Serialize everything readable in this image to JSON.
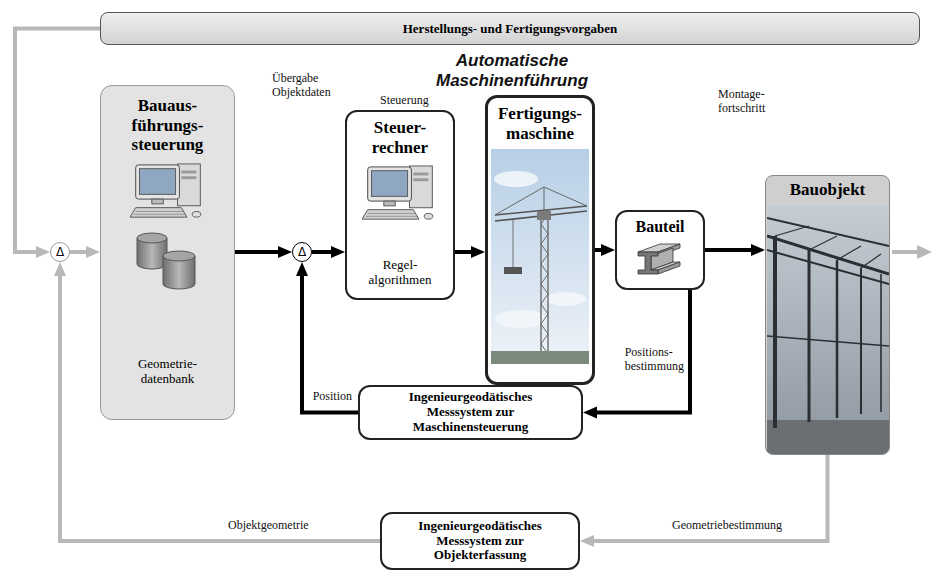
{
  "diagram": {
    "nodes": [
      {
        "text": [
          "Herstellungs- und Fertigungsvorgaben"
        ]
      },
      {
        "text": [
          "Δ"
        ]
      },
      {
        "text": [
          "Bauaus- führungs- steuerung",
          "Geometrie- datenbank"
        ]
      },
      {
        "text": [
          "Automatische Maschinenführung"
        ]
      },
      {
        "text": [
          "Δ"
        ],
        "in": 3
      },
      {
        "text": [
          "Steuer- rechner",
          "Regel- algorithmen"
        ],
        "in": 3
      },
      {
        "text": [
          "Fertigungs- maschine"
        ],
        "in": 3
      },
      {
        "text": [
          "Bauteil"
        ],
        "in": 3
      },
      {
        "text": [
          "Ingenieurgeodätisches Messsystem zur Maschinensteuerung"
        ],
        "in": 3
      },
      {
        "text": [
          "Bauobjekt"
        ]
      },
      {
        "text": [
          "Ingenieurgeodätisches Messsystem zur Objekterfassung"
        ]
      }
    ],
    "edges": [
      {
        "from": 0,
        "to": 1,
        "arrow": "to"
      },
      {
        "from": 1,
        "to": 2,
        "arrow": "to"
      },
      {
        "from": 2,
        "to": 4,
        "arrow": "to",
        "label": "Übergabe Objektdaten"
      },
      {
        "from": 4,
        "to": 5,
        "arrow": "to"
      },
      {
        "from": 5,
        "to": 6,
        "arrow": "to"
      },
      {
        "from": 6,
        "to": 7,
        "arrow": "to"
      },
      {
        "from": 7,
        "to": 9,
        "arrow": "to",
        "label": "Montage- fortschritt"
      },
      {
        "from": 7,
        "to": 8,
        "arrow": "to",
        "label": "Positions- bestimmung"
      },
      {
        "from": 8,
        "to": 4,
        "arrow": "to",
        "label": "Position"
      },
      {
        "from": 9,
        "to": 10,
        "arrow": "to",
        "label": "Geometriebestimmung"
      },
      {
        "from": 10,
        "to": 1,
        "arrow": "to",
        "label": "Objektgeometrie"
      }
    ],
    "labels": [
      "Steuerung"
    ]
  }
}
